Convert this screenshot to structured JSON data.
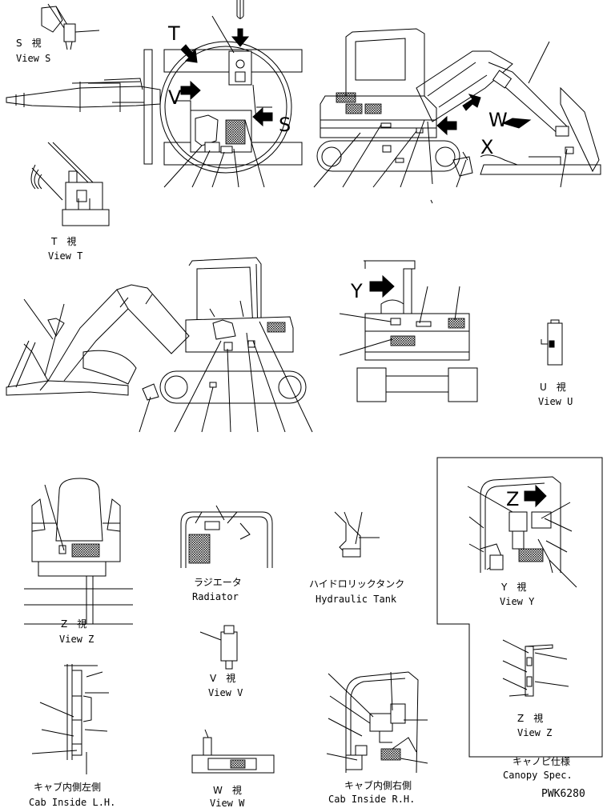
{
  "drawing_id": "PWK6280",
  "views": {
    "view_s": {
      "jp": "S　視",
      "en": "View S"
    },
    "view_t": {
      "jp": "T　視",
      "en": "View T"
    },
    "view_u": {
      "jp": "U　視",
      "en": "View U"
    },
    "view_z_main": {
      "jp": "Z　視",
      "en": "View Z"
    },
    "radiator": {
      "jp": "ラジエータ",
      "en": "Radiator"
    },
    "hydraulic_tank": {
      "jp": "ハイドロリックタンク",
      "en": "Hydraulic Tank"
    },
    "view_y": {
      "jp": "Y　視",
      "en": "View Y"
    },
    "view_v": {
      "jp": "V　視",
      "en": "View V"
    },
    "view_w": {
      "jp": "W　視",
      "en": "View W"
    },
    "view_z_canopy": {
      "jp": "Z　視",
      "en": "View Z"
    },
    "cab_inside_lh": {
      "jp": "キャブ内側左側",
      "en": "Cab Inside L.H."
    },
    "cab_inside_rh": {
      "jp": "キャブ内側右側",
      "en": "Cab Inside R.H."
    },
    "canopy_spec": {
      "jp": "キャノピ仕様",
      "en": "Canopy Spec."
    }
  },
  "arrow_letters": {
    "t": "T",
    "v": "V",
    "s": "S",
    "w": "W",
    "x": "X",
    "y": "Y",
    "z": "Z"
  },
  "icons": [
    "arrow-icon",
    "callout-leader-icon",
    "decal-label-icon"
  ]
}
